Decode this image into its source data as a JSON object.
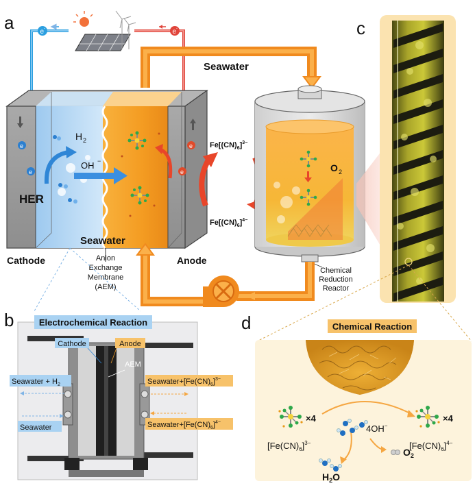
{
  "panels": {
    "a": "a",
    "b": "b",
    "c": "c",
    "d": "d"
  },
  "panel_a": {
    "electron": "e",
    "electron_sup": "-",
    "seawater_top": "Seawater",
    "seawater_bottom": "Seawater",
    "h2": "H",
    "h2_sub": "2",
    "oh": "OH",
    "oh_sup": "−",
    "her": "HER",
    "cathode": "Cathode",
    "anode": "Anode",
    "aem_label": [
      "Anion",
      "Exchange",
      "Membrane",
      "(AEM)"
    ],
    "fe3_label": {
      "pre": "Fe[(CN)",
      "sub": "6",
      "mid": "]",
      "sup": "3−"
    },
    "fe4_label": {
      "pre": "Fe[(CN)",
      "sub": "6",
      "mid": "]",
      "sup": "4−"
    },
    "o2": "O",
    "o2_sub": "2",
    "reactor_label": [
      "Chemical",
      "Reduction",
      "Reactor"
    ]
  },
  "panel_b": {
    "title": "Electrochemical Reaction",
    "cathode": "Cathode",
    "anode": "Anode",
    "aem": "AEM",
    "out_left": {
      "pre": "Seawater + H",
      "sub": "2"
    },
    "in_left": "Seawater",
    "out_right": {
      "pre": "Seawater+[Fe(CN)",
      "sub": "6",
      "mid": "]",
      "sup": "3−"
    },
    "in_right": {
      "pre": "Seawater+[Fe(CN)",
      "sub": "6",
      "mid": "]",
      "sup": "4−"
    }
  },
  "panel_d": {
    "title": "Chemical Reaction",
    "times_left": "×4",
    "times_right": "×4",
    "fe3": {
      "pre": "[Fe(CN)",
      "sub": "6",
      "mid": "]",
      "sup": "3−"
    },
    "fe4": {
      "pre": "[Fe(CN)",
      "sub": "6",
      "mid": "]",
      "sup": "4−"
    },
    "oh": {
      "pre": "4OH",
      "sup": "−"
    },
    "o2": {
      "pre": "O",
      "sub": "2"
    },
    "h2o": {
      "pre": "H",
      "sub": "2",
      "post": "O"
    }
  },
  "colors": {
    "orange": "#f59a1e",
    "orange_light": "#fbd08a",
    "blue": "#2f86d6",
    "blue_light": "#bfdcf5",
    "red_arrow": "#e8462a",
    "panel_bg": "#fdf3dc",
    "label_blue_bg": "#a9d2f2",
    "label_orange_bg": "#f7c26a"
  }
}
